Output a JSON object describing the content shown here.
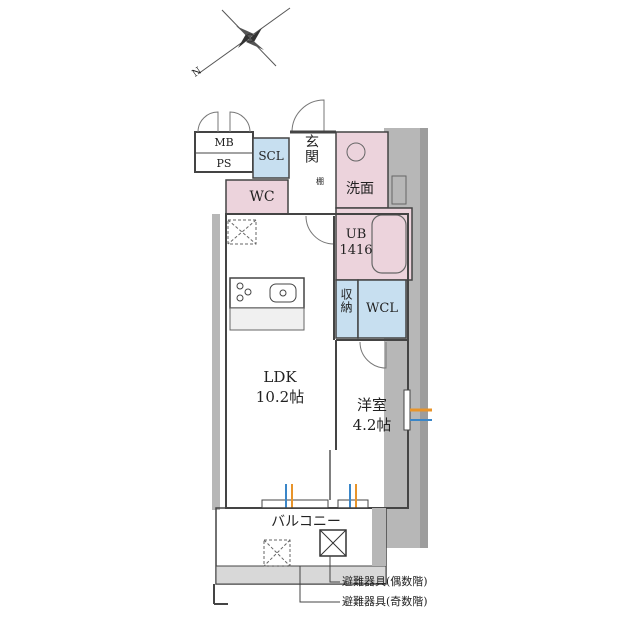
{
  "compass": {
    "label": "N"
  },
  "rooms": {
    "mb": "MB",
    "ps": "PS",
    "scl": "SCL",
    "genkan": "玄関",
    "senmen": "洗面",
    "wc": "WC",
    "ub_name": "UB",
    "ub_size": "1416",
    "shuno": "収納",
    "wcl": "WCL",
    "ldk_name": "LDK",
    "ldk_size": "10.2帖",
    "youshitsu_name": "洋室",
    "youshitsu_size": "4.2帖",
    "balcony": "バルコニー"
  },
  "notes": {
    "shoe_mark": "棚",
    "evac_even": "避難器具(偶数階)",
    "evac_odd": "避難器具(奇数階)"
  },
  "colors": {
    "wall": "#b7b7b7",
    "wet_area": "#ecd3dc",
    "storage": "#c7dff0",
    "line": "#444444",
    "accent_orange": "#e8942a",
    "accent_blue": "#3a86c8"
  }
}
